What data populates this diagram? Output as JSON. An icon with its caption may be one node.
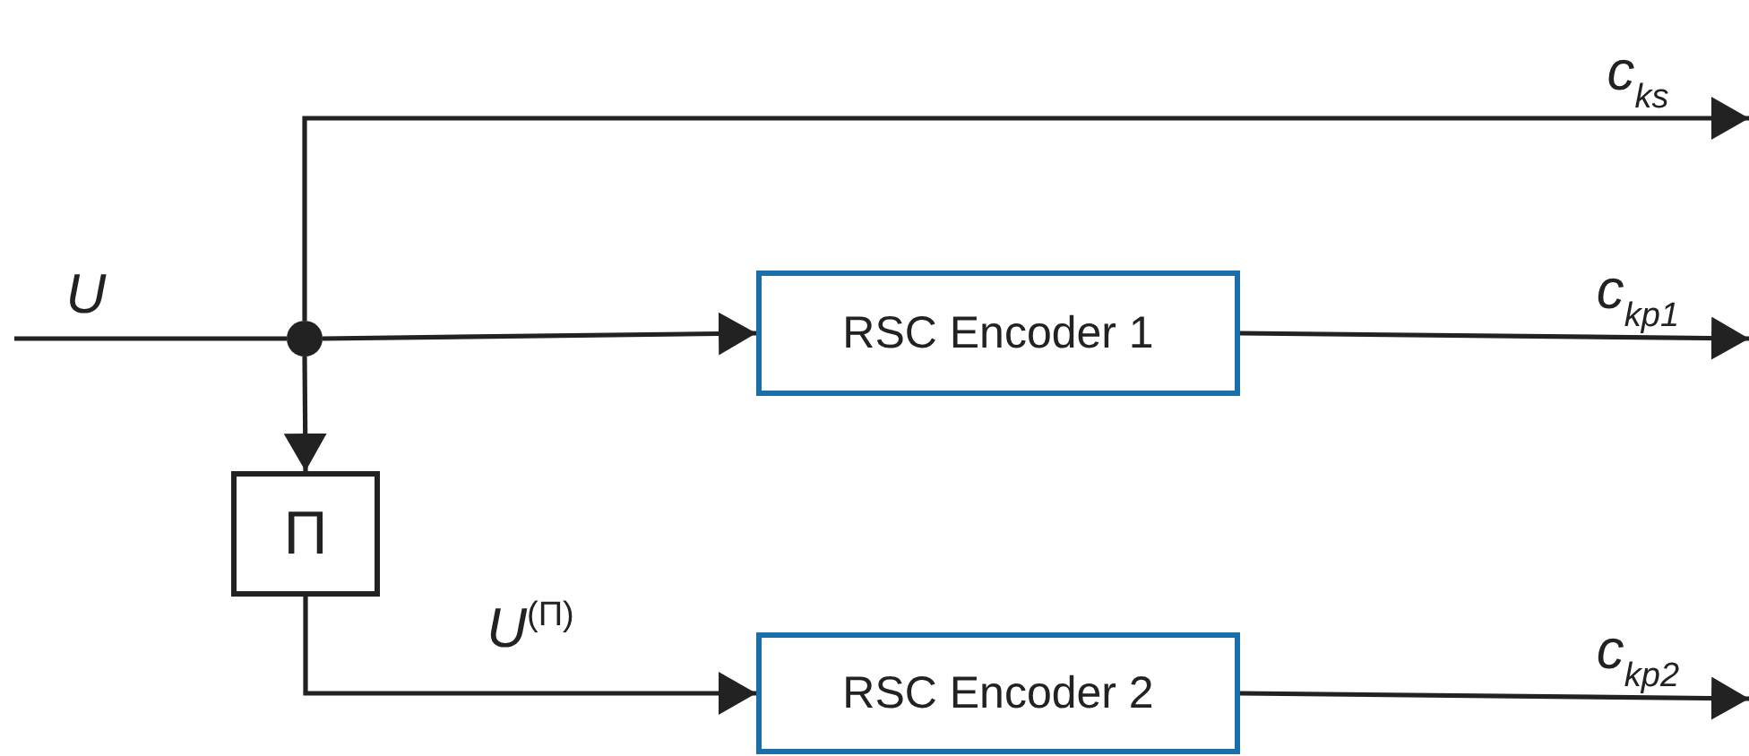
{
  "diagram": {
    "nodes": [
      {
        "text": [],
        "shape": "circle"
      },
      {
        "text": [
          "RSC Encoder 1"
        ]
      },
      {
        "text": [
          "Π"
        ]
      },
      {
        "text": [
          "RSC Encoder 2"
        ]
      }
    ],
    "edges": [
      {
        "from": null,
        "to": 0,
        "arrow": "none",
        "label": "U"
      },
      {
        "from": 0,
        "to": null,
        "arrow": "to",
        "label": "c$_{ks}$"
      },
      {
        "from": 0,
        "to": 1,
        "arrow": "to"
      },
      {
        "from": 0,
        "to": 2,
        "arrow": "to"
      },
      {
        "from": 2,
        "to": 3,
        "arrow": "to",
        "label": "*U*$^{(Π)}$"
      },
      {
        "from": 1,
        "to": null,
        "arrow": "to",
        "label": "c$_{kp1}$"
      },
      {
        "from": 3,
        "to": null,
        "arrow": "to",
        "label": "c$_{kp2}$"
      }
    ]
  }
}
